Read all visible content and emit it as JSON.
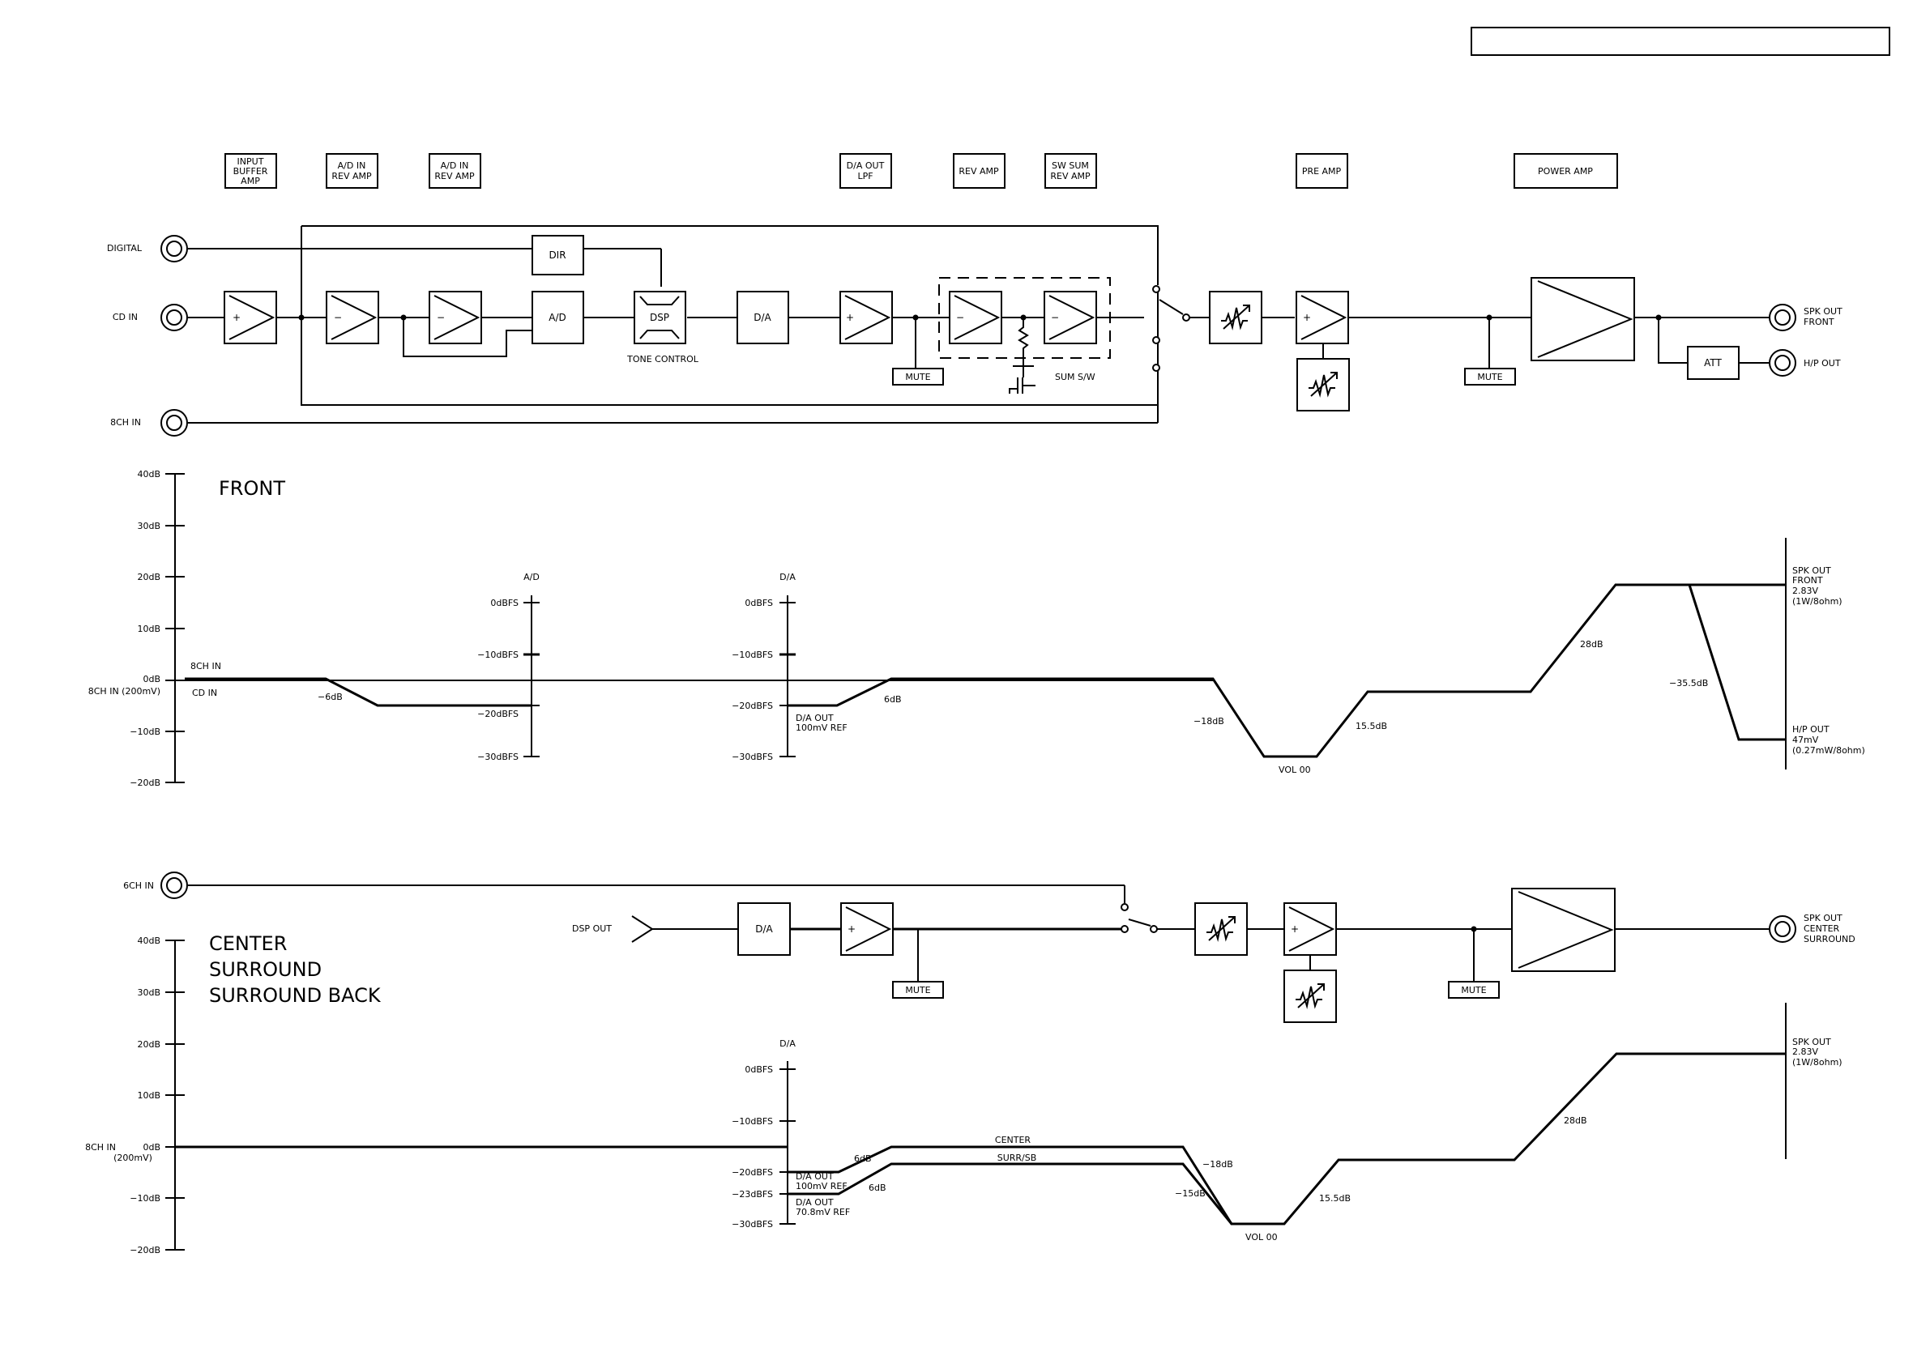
{
  "title_box": "",
  "stage_labels": [
    [
      "INPUT",
      "BUFFER",
      "AMP"
    ],
    [
      "A/D IN",
      "REV AMP"
    ],
    [
      "A/D IN",
      "REV AMP"
    ],
    [
      "D/A OUT",
      "LPF"
    ],
    [
      "REV AMP"
    ],
    [
      "SW SUM",
      "REV AMP"
    ],
    [
      "PRE AMP"
    ],
    [
      "POWER AMP"
    ]
  ],
  "front_chain": {
    "inputs": [
      "DIGITAL",
      "CD IN",
      "8CH IN"
    ],
    "blocks": {
      "dir": "DIR",
      "ad": "A/D",
      "dsp": "DSP",
      "tone_control": "TONE CONTROL",
      "da": "D/A",
      "mute": "MUTE",
      "sum_sw": "SUM S/W",
      "att": "ATT",
      "plus": "+",
      "minus": "−"
    },
    "outputs": {
      "spk": [
        "SPK OUT",
        "FRONT"
      ],
      "hp": "H/P OUT"
    }
  },
  "front_level": {
    "heading": "FRONT",
    "axis": [
      "40dB",
      "30dB",
      "20dB",
      "10dB",
      "0dB",
      "−10dB",
      "−20dB"
    ],
    "ref_label": "8CH IN (200mV)",
    "ad_heading": "A/D",
    "ad_axis": [
      "0dBFS",
      "−10dBFS",
      "−20dBFS",
      "−30dBFS"
    ],
    "da_heading": "D/A",
    "da_axis": [
      "0dBFS",
      "−10dBFS",
      "−20dBFS",
      "−30dBFS"
    ],
    "annotations": {
      "ch8_in": "8CH IN",
      "cd_in": "CD IN",
      "minus6": "−6dB",
      "da_out": [
        "D/A OUT",
        "100mV REF"
      ],
      "plus6": "6dB",
      "minus18": "−18dB",
      "vol": "VOL 00",
      "plus155": "15.5dB",
      "plus28": "28dB",
      "minus355": "−35.5dB",
      "spk_out": [
        "SPK OUT",
        "FRONT",
        "2.83V",
        "(1W/8ohm)"
      ],
      "hp_out": [
        "H/P OUT",
        "47mV",
        "(0.27mW/8ohm)"
      ]
    }
  },
  "csb_chain": {
    "input": "6CH IN",
    "dsp_out": "DSP OUT",
    "blocks": {
      "da": "D/A",
      "mute": "MUTE",
      "plus": "+"
    },
    "output": [
      "SPK OUT",
      "CENTER",
      "SURROUND"
    ]
  },
  "csb_level": {
    "heading": [
      "CENTER",
      "SURROUND",
      "SURROUND BACK"
    ],
    "axis": [
      "40dB",
      "30dB",
      "20dB",
      "10dB",
      "0dB",
      "−10dB",
      "−20dB"
    ],
    "ref_label": [
      "8CH IN",
      "(200mV)"
    ],
    "da_heading": "D/A",
    "da_axis": [
      "0dBFS",
      "−10dBFS",
      "−20dBFS",
      "−23dBFS",
      "−30dBFS"
    ],
    "annotations": {
      "plus6a": "6dB",
      "plus6b": "6dB",
      "da_out_100": [
        "D/A OUT",
        "100mV REF"
      ],
      "da_out_70": [
        "D/A OUT",
        "70.8mV REF"
      ],
      "center": "CENTER",
      "surr": "SURR/SB",
      "minus18": "−18dB",
      "minus15": "−15dB",
      "vol": "VOL 00",
      "plus155": "15.5dB",
      "plus28": "28dB",
      "spk_out": [
        "SPK OUT",
        "2.83V",
        "(1W/8ohm)"
      ]
    }
  }
}
